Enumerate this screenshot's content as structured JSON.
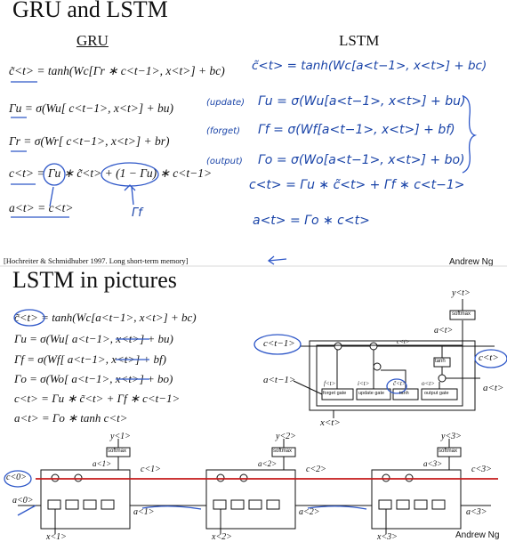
{
  "slide1": {
    "title": "GRU and LSTM",
    "gru_heading": "GRU",
    "lstm_heading": "LSTM",
    "gru_equations": [
      "c̃<t> = tanh(Wc[Γr ∗ c<t−1>, x<t>] + bc)",
      "Γu = σ(Wu[ c<t−1>, x<t>] + bu)",
      "Γr = σ(Wr[ c<t−1>, x<t>] + br)",
      "c<t> = Γu ∗ c̃<t> + (1 − Γu) ∗ c<t−1>",
      "a<t> = c<t>"
    ],
    "lstm_handwritten": [
      "c̃<t> = tanh(Wc[a<t−1>, x<t>] + bc)",
      "Γu = σ(Wu[a<t−1>, x<t>] + bu)",
      "Γf = σ(Wf[a<t−1>, x<t>] + bf)",
      "Γo = σ(Wo[a<t−1>, x<t>] + bo)",
      "c<t> = Γu ∗ c̃<t> + Γf ∗ c<t−1>",
      "a<t> = Γo ∗ c<t>"
    ],
    "gate_notes": [
      "(update)",
      "(forget)",
      "(output)"
    ],
    "gamma_f_note": "Γf",
    "citation": "[Hochreiter & Schmidhuber 1997. Long short-term memory]",
    "author": "Andrew Ng"
  },
  "slide2": {
    "title": "LSTM in pictures",
    "equations": [
      "c̃<t> = tanh(Wc[a<t−1>, x<t>] + bc)",
      "Γu = σ(Wu[ a<t−1>, x<t>] + bu)",
      "Γf = σ(Wf[ a<t−1>, x<t>] + bf)",
      "Γo = σ(Wo[ a<t−1>, x<t>] + bo)",
      "c<t> = Γu ∗ c̃<t> + Γf ∗ c<t−1>",
      "a<t> = Γo ∗ tanh c<t>"
    ],
    "cell": {
      "inputs": {
        "c_prev": "c<t−1>",
        "a_prev": "a<t−1>",
        "x": "x<t>"
      },
      "outputs": {
        "y": "y<t>",
        "a_top": "a<t>",
        "c": "c<t>",
        "a_right": "a<t>"
      },
      "internal_c": "c<t>",
      "gates": [
        "forget gate",
        "update gate",
        "tanh",
        "output gate"
      ],
      "gate_symbols": [
        "f<t>",
        "i<t>",
        "c̃<t>",
        "o<t>"
      ],
      "softmax": "softmax",
      "tanh_box": "tanh"
    },
    "chain": {
      "c0": "c<0>",
      "a0": "a<0>",
      "softmax": "softmax",
      "cells": [
        {
          "y": "y<1>",
          "a_top": "a<1>",
          "x": "x<1>",
          "c_out": "c<1>",
          "a_out": "a<1>"
        },
        {
          "y": "y<2>",
          "a_top": "a<2>",
          "x": "x<2>",
          "c_out": "c<2>",
          "a_out": "a<2>"
        },
        {
          "y": "y<3>",
          "a_top": "a<3>",
          "x": "x<3>",
          "c_out": "c<3>",
          "a_out": "a<3>"
        }
      ]
    },
    "author": "Andrew Ng"
  },
  "colors": {
    "ink": "#111111",
    "handwriting": "#1a44a8",
    "red_line": "#c41a1a",
    "pen_blue": "#2e57c8"
  }
}
